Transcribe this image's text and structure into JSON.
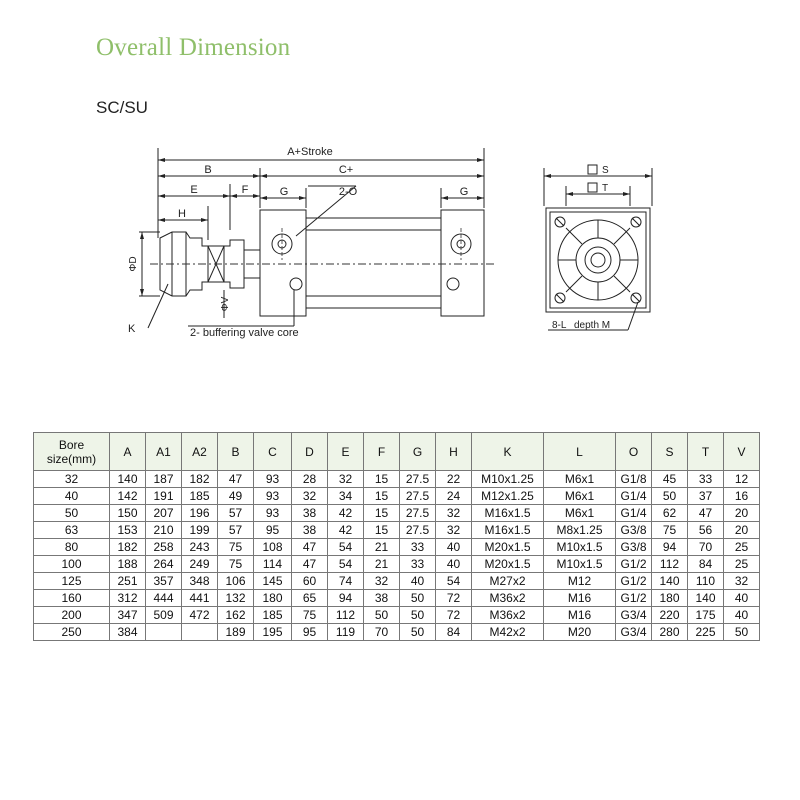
{
  "page": {
    "title": "Overall Dimension",
    "model": "SC/SU"
  },
  "drawing": {
    "labels": {
      "a_stroke": "A+Stroke",
      "b": "B",
      "c_plus": "C+",
      "e": "E",
      "f": "F",
      "g_left": "G",
      "two_o": "2-O",
      "g_right": "G",
      "h": "H",
      "phi_d": "ΦD",
      "phi_v": "ΦV",
      "k": "K",
      "buffering": "2- buffering valve core",
      "s": "S",
      "t": "T",
      "eight_l": "8-L",
      "depth_m": "depth  M"
    }
  },
  "table": {
    "headers": [
      "Bore size(mm)",
      "A",
      "A1",
      "A2",
      "B",
      "C",
      "D",
      "E",
      "F",
      "G",
      "H",
      "K",
      "L",
      "O",
      "S",
      "T",
      "V"
    ],
    "rows": [
      [
        "32",
        "140",
        "187",
        "182",
        "47",
        "93",
        "28",
        "32",
        "15",
        "27.5",
        "22",
        "M10x1.25",
        "M6x1",
        "G1/8",
        "45",
        "33",
        "12"
      ],
      [
        "40",
        "142",
        "191",
        "185",
        "49",
        "93",
        "32",
        "34",
        "15",
        "27.5",
        "24",
        "M12x1.25",
        "M6x1",
        "G1/4",
        "50",
        "37",
        "16"
      ],
      [
        "50",
        "150",
        "207",
        "196",
        "57",
        "93",
        "38",
        "42",
        "15",
        "27.5",
        "32",
        "M16x1.5",
        "M6x1",
        "G1/4",
        "62",
        "47",
        "20"
      ],
      [
        "63",
        "153",
        "210",
        "199",
        "57",
        "95",
        "38",
        "42",
        "15",
        "27.5",
        "32",
        "M16x1.5",
        "M8x1.25",
        "G3/8",
        "75",
        "56",
        "20"
      ],
      [
        "80",
        "182",
        "258",
        "243",
        "75",
        "108",
        "47",
        "54",
        "21",
        "33",
        "40",
        "M20x1.5",
        "M10x1.5",
        "G3/8",
        "94",
        "70",
        "25"
      ],
      [
        "100",
        "188",
        "264",
        "249",
        "75",
        "114",
        "47",
        "54",
        "21",
        "33",
        "40",
        "M20x1.5",
        "M10x1.5",
        "G1/2",
        "112",
        "84",
        "25"
      ],
      [
        "125",
        "251",
        "357",
        "348",
        "106",
        "145",
        "60",
        "74",
        "32",
        "40",
        "54",
        "M27x2",
        "M12",
        "G1/2",
        "140",
        "110",
        "32"
      ],
      [
        "160",
        "312",
        "444",
        "441",
        "132",
        "180",
        "65",
        "94",
        "38",
        "50",
        "72",
        "M36x2",
        "M16",
        "G1/2",
        "180",
        "140",
        "40"
      ],
      [
        "200",
        "347",
        "509",
        "472",
        "162",
        "185",
        "75",
        "112",
        "50",
        "50",
        "72",
        "M36x2",
        "M16",
        "G3/4",
        "220",
        "175",
        "40"
      ],
      [
        "250",
        "384",
        "",
        "",
        "189",
        "195",
        "95",
        "119",
        "70",
        "50",
        "84",
        "M42x2",
        "M20",
        "G3/4",
        "280",
        "225",
        "50"
      ]
    ]
  }
}
